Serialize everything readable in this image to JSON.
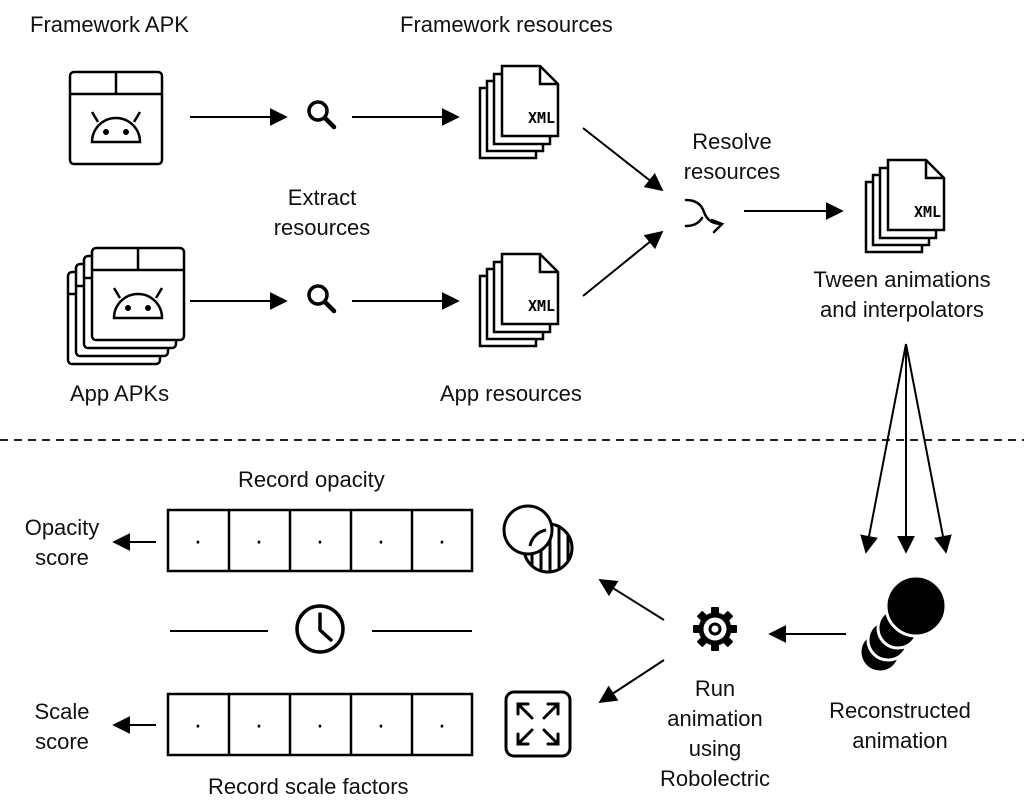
{
  "labels": {
    "framework_apk": "Framework APK",
    "framework_resources": "Framework resources",
    "extract_1": "Extract",
    "extract_2": "resources",
    "app_apks": "App APKs",
    "app_resources": "App resources",
    "resolve_1": "Resolve",
    "resolve_2": "resources",
    "tween_1": "Tween animations",
    "tween_2": "and interpolators",
    "record_opacity": "Record opacity",
    "opacity_score_1": "Opacity",
    "opacity_score_2": "score",
    "scale_score_1": "Scale",
    "scale_score_2": "score",
    "record_scale": "Record scale factors",
    "run_1": "Run",
    "run_2": "animation",
    "run_3": "using",
    "run_4": "Robolectric",
    "reconstructed_1": "Reconstructed",
    "reconstructed_2": "animation"
  },
  "file_tag": "XML",
  "frames": {
    "opacity": [
      "·",
      "·",
      "·",
      "·",
      "·"
    ],
    "scale": [
      "·",
      "·",
      "·",
      "·",
      "·"
    ]
  },
  "icons": {
    "apk": "android-package-icon",
    "search": "magnifier-icon",
    "file": "xml-file-stack-icon",
    "merge": "merge-arrow-icon",
    "gear": "gear-icon",
    "animation": "animated-ball-icon",
    "clock": "clock-icon",
    "opacity": "opacity-circles-icon",
    "scale": "scale-expand-icon"
  }
}
